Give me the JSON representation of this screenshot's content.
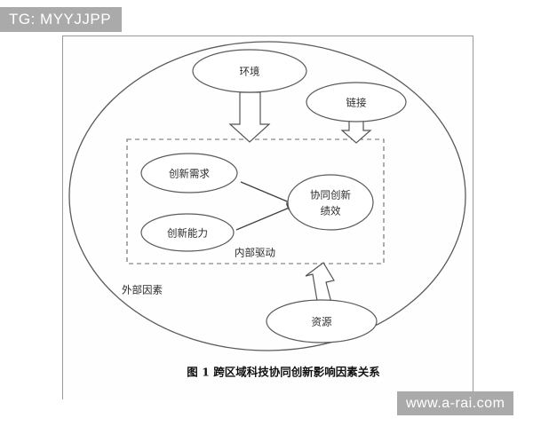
{
  "watermarks": {
    "top_left": "TG: MYYJJPP",
    "bottom_right": "www.a-rai.com"
  },
  "figure": {
    "caption_number": "图 1",
    "caption_title": "跨区域科技协同创新影响因素关系",
    "outer_boundary_label": "外部因素",
    "inner_boundary_label": "内部驱动",
    "nodes": {
      "environment": "环境",
      "link": "链接",
      "resource": "资源",
      "innovation_demand": "创新需求",
      "innovation_capability": "创新能力",
      "performance_line1": "协同创新",
      "performance_line2": "绩效"
    }
  },
  "colors": {
    "watermark_background": "#aaaaaa",
    "watermark_text": "#ffffff",
    "stroke": "#5a5a5a",
    "page_background": "#fefefe",
    "canvas_background": "#ffffff"
  }
}
